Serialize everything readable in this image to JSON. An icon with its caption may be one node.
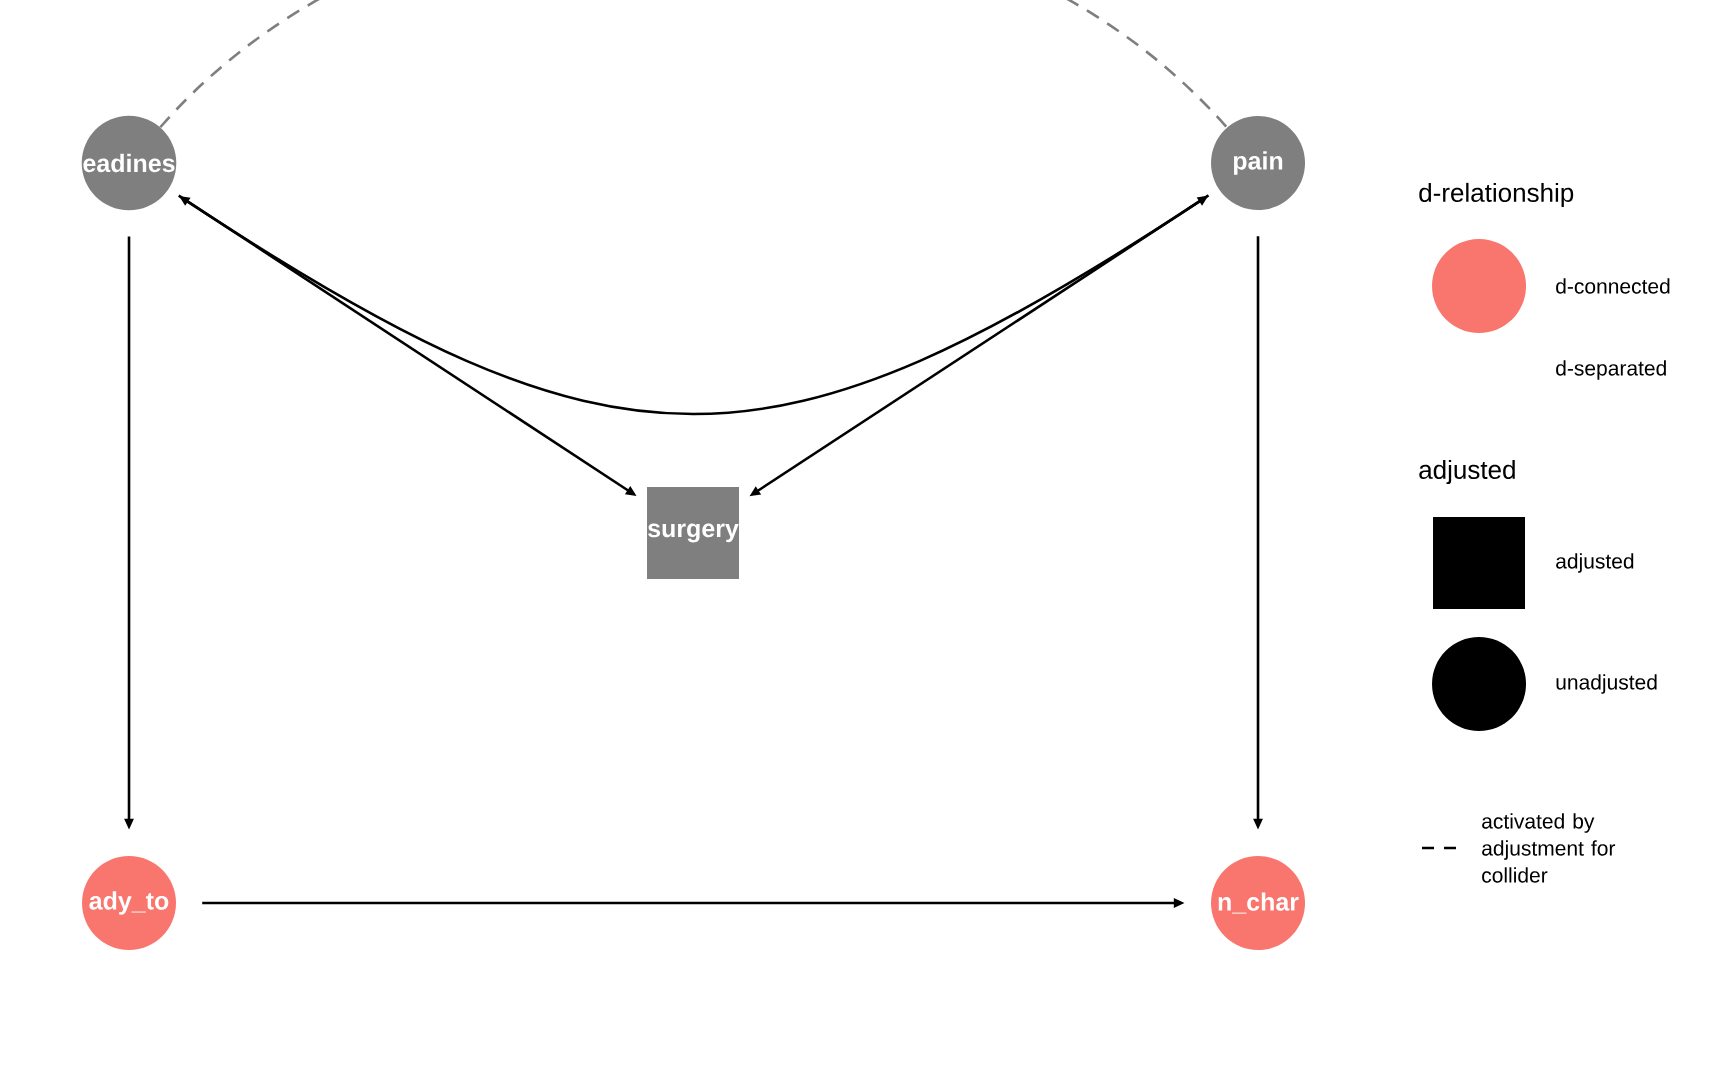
{
  "diagram": {
    "nodes": [
      {
        "text": [
          "eadines"
        ]
      },
      {
        "text": [
          "pain"
        ]
      },
      {
        "text": [
          "surgery"
        ]
      },
      {
        "text": [
          "ady_to"
        ]
      },
      {
        "text": [
          "n_char"
        ]
      }
    ],
    "edges": [
      {
        "from": 0,
        "to": 3,
        "arrow": "to"
      },
      {
        "from": 1,
        "to": 4,
        "arrow": "to"
      },
      {
        "from": 0,
        "to": 2,
        "arrow": "to"
      },
      {
        "from": 1,
        "to": 2,
        "arrow": "to"
      },
      {
        "from": 0,
        "to": 1,
        "arrow": "both"
      },
      {
        "from": 3,
        "to": 4,
        "arrow": "to"
      },
      {
        "from": 0,
        "to": 1,
        "arrow": "none",
        "style": "dashed",
        "color": "#7f7f7f"
      }
    ],
    "labels": [
      "d-relationship",
      "adjusted"
    ],
    "legend": [
      {
        "text": "d-connected",
        "color": "#f8766d"
      },
      {
        "text": "d-separated"
      },
      {
        "text": "adjusted"
      },
      {
        "text": "unadjusted"
      },
      {
        "text": "activated by adjustment for collider"
      }
    ]
  }
}
